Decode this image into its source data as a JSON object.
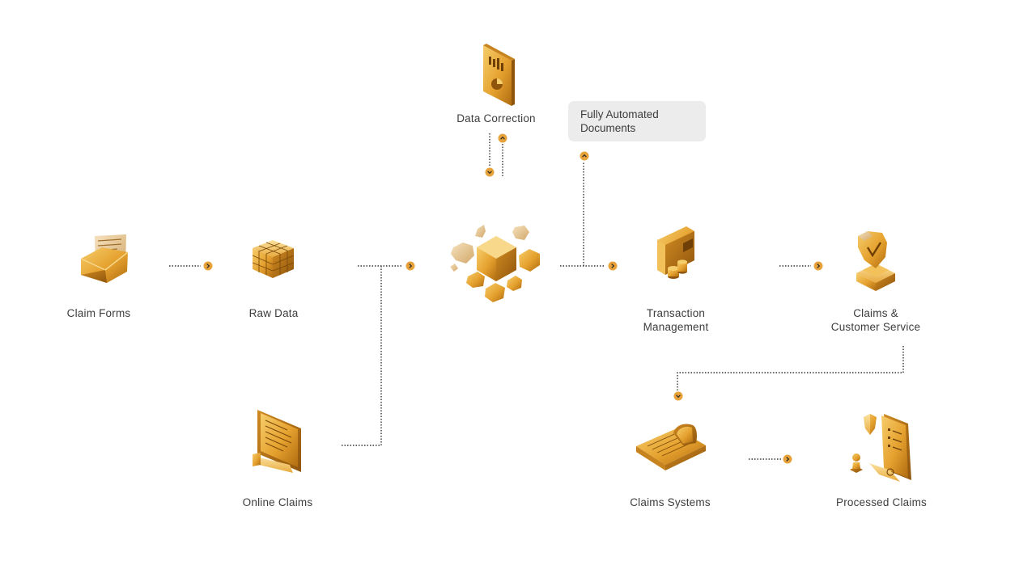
{
  "nodes": {
    "claim_forms": "Claim Forms",
    "raw_data": "Raw Data",
    "online_claims": "Online Claims",
    "data_correction": "Data Correction",
    "fully_automated_line1": "Fully Automated",
    "fully_automated_line2": "Documents",
    "transaction_line1": "Transaction",
    "transaction_line2": "Management",
    "claims_cs_line1": "Claims &",
    "claims_cs_line2": "Customer Service",
    "claims_systems": "Claims Systems",
    "processed_claims": "Processed Claims"
  },
  "colors": {
    "gold_light": "#f3c15a",
    "gold": "#e5a12e",
    "gold_dark": "#b06c10",
    "connector": "#333333",
    "arrow_dot": "#e8a23a",
    "badge_bg": "#ececec"
  },
  "icons": [
    "envelope-icon",
    "cube-grid-icon",
    "monitor-document-icon",
    "report-tablet-icon",
    "hexagon-cluster-icon",
    "wallet-coins-icon",
    "shield-support-icon",
    "keyboard-laptop-icon",
    "processed-document-icon"
  ]
}
